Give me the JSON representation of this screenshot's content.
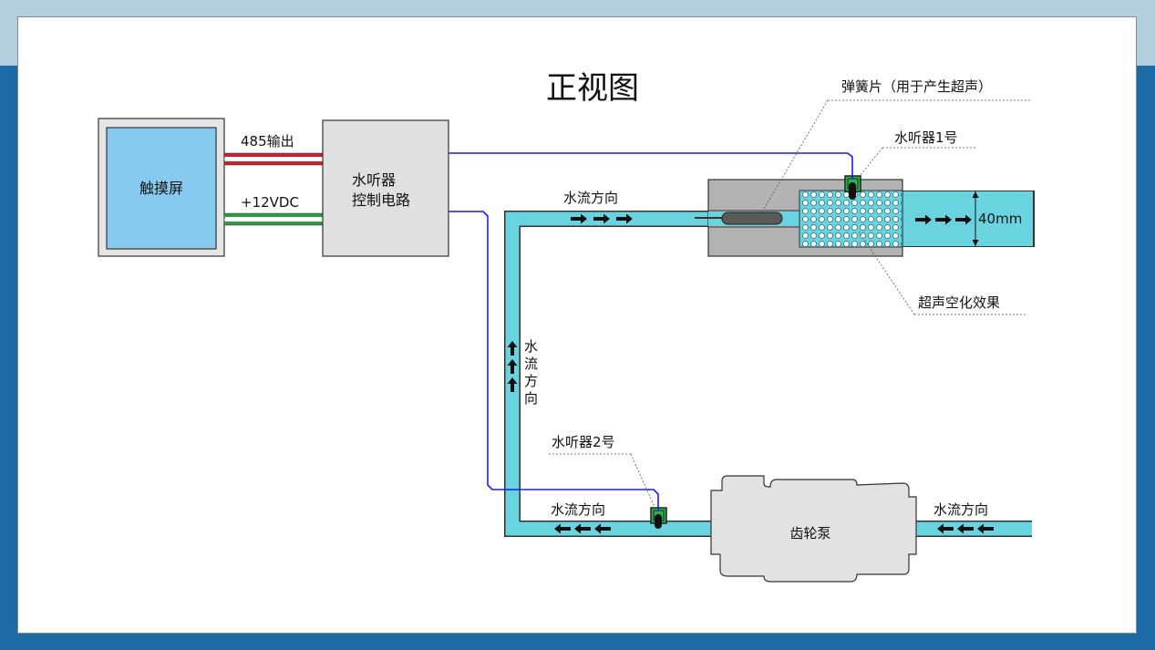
{
  "title": "正视图",
  "colors": {
    "background_top": "#b3cde0",
    "background_bottom": "#1b6aa6",
    "screen_blue": "#86cbef",
    "pipe_cyan": "#6ad3e0",
    "housing_gray": "#b3b3b3",
    "controller_gray": "#e0e0e0",
    "signal_wire_blue": "#1a1aff",
    "wire_red": "#cc1f2f",
    "wire_green": "#2f9a45",
    "hydrophone_green": "#29b34b"
  },
  "touchscreen": {
    "label": "触摸屏"
  },
  "controller": {
    "line1": "水听器",
    "line2": "控制电路"
  },
  "wires": {
    "rs485_label": "485输出",
    "power_label": "+12VDC"
  },
  "labels": {
    "spring": "弹簧片（用于产生超声）",
    "hydrophone1": "水听器1号",
    "hydrophone2": "水听器2号",
    "cavitation": "超声空化效果",
    "width": "40mm",
    "flow_top": "水流方向",
    "flow_vertical": [
      "水",
      "流",
      "方",
      "向"
    ],
    "flow_bottom_left": "水流方向",
    "flow_bottom_right": "水流方向",
    "pump": "齿轮泵"
  }
}
